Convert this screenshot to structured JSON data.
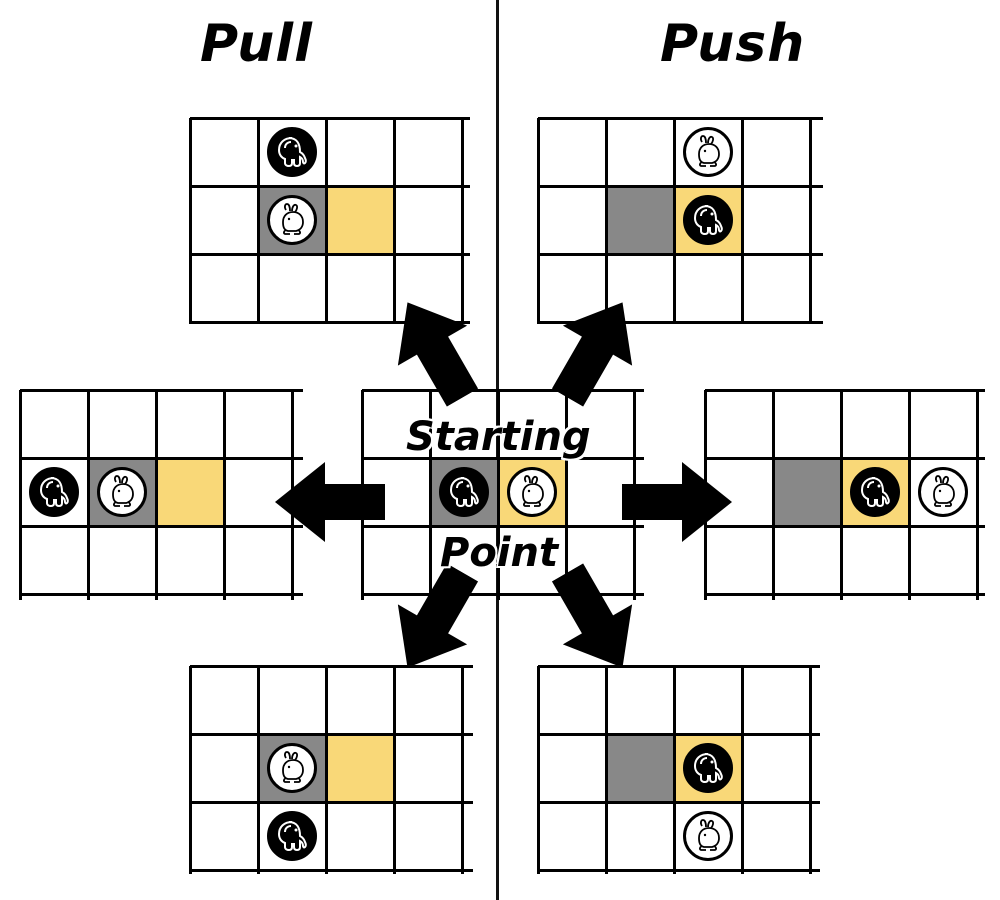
{
  "headings": {
    "left": "Pull",
    "right": "Push"
  },
  "center_label": {
    "line1": "Starting",
    "line2": "Point"
  },
  "colors": {
    "target": "#f9d878",
    "origin": "#888888",
    "grid": "#000000"
  },
  "boards": [
    {
      "id": "pull-up",
      "elephant": [
        1,
        0
      ],
      "rabbit": [
        1,
        1
      ],
      "gray": [
        1,
        1
      ],
      "yellow": [
        2,
        1
      ]
    },
    {
      "id": "push-up",
      "elephant": [
        2,
        1
      ],
      "rabbit": [
        2,
        0
      ],
      "gray": [
        1,
        1
      ],
      "yellow": [
        2,
        1
      ]
    },
    {
      "id": "pull-left",
      "elephant": [
        0,
        1
      ],
      "rabbit": [
        1,
        1
      ],
      "gray": [
        1,
        1
      ],
      "yellow": [
        2,
        1
      ]
    },
    {
      "id": "start",
      "elephant": [
        1,
        1
      ],
      "rabbit": [
        2,
        1
      ],
      "gray": [
        1,
        1
      ],
      "yellow": [
        2,
        1
      ]
    },
    {
      "id": "push-right",
      "elephant": [
        2,
        1
      ],
      "rabbit": [
        3,
        1
      ],
      "gray": [
        1,
        1
      ],
      "yellow": [
        2,
        1
      ]
    },
    {
      "id": "pull-down",
      "elephant": [
        1,
        2
      ],
      "rabbit": [
        1,
        1
      ],
      "gray": [
        1,
        1
      ],
      "yellow": [
        2,
        1
      ]
    },
    {
      "id": "push-down",
      "elephant": [
        2,
        1
      ],
      "rabbit": [
        2,
        2
      ],
      "gray": [
        1,
        1
      ],
      "yellow": [
        2,
        1
      ]
    }
  ],
  "icons": {
    "elephant": "elephant-icon",
    "rabbit": "rabbit-icon",
    "arrow": "arrow-icon"
  }
}
